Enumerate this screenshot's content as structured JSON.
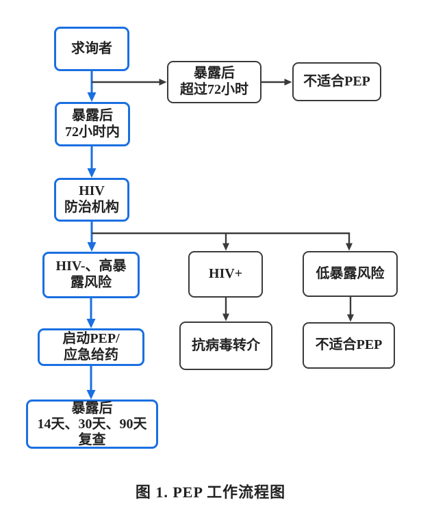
{
  "title": "PEP 工作流程图",
  "caption": "图 1. PEP 工作流程图",
  "colors": {
    "blue": "#1a6fe1",
    "dark": "#3a3a3a",
    "text": "#212121",
    "background": "#ffffff"
  },
  "nodes": {
    "seeker": {
      "label": "求询者"
    },
    "over72": {
      "label": "暴露后\n超过72小时"
    },
    "notfit_top": {
      "label": "不适合PEP"
    },
    "within72": {
      "label": "暴露后\n72小时内"
    },
    "hiv_org": {
      "label": "HIV\n防治机构"
    },
    "hiv_neg": {
      "label": "HIV-、高暴\n露风险"
    },
    "hiv_pos": {
      "label": "HIV+"
    },
    "low_risk": {
      "label": "低暴露风险"
    },
    "start_pep": {
      "label": "启动PEP/\n应急给药"
    },
    "referral": {
      "label": "抗病毒转介"
    },
    "notfit_bottom": {
      "label": "不适合PEP"
    },
    "review": {
      "label": "暴露后\n14天、30天、90天\n复查"
    }
  },
  "edges": [
    {
      "from": "求询者",
      "to": "暴露后超过72小时",
      "color": "dark"
    },
    {
      "from": "暴露后超过72小时",
      "to": "不适合PEP",
      "color": "dark"
    },
    {
      "from": "求询者",
      "to": "暴露后72小时内",
      "color": "blue"
    },
    {
      "from": "暴露后72小时内",
      "to": "HIV防治机构",
      "color": "blue"
    },
    {
      "from": "HIV防治机构",
      "to": "HIV-、高暴露风险",
      "color": "blue"
    },
    {
      "from": "HIV防治机构",
      "to": "HIV+",
      "color": "dark"
    },
    {
      "from": "HIV防治机构",
      "to": "低暴露风险",
      "color": "dark"
    },
    {
      "from": "HIV-、高暴露风险",
      "to": "启动PEP/应急给药",
      "color": "blue"
    },
    {
      "from": "HIV+",
      "to": "抗病毒转介",
      "color": "dark"
    },
    {
      "from": "低暴露风险",
      "to": "不适合PEP",
      "color": "dark"
    },
    {
      "from": "启动PEP/应急给药",
      "to": "暴露后14天、30天、90天复查",
      "color": "blue"
    }
  ]
}
